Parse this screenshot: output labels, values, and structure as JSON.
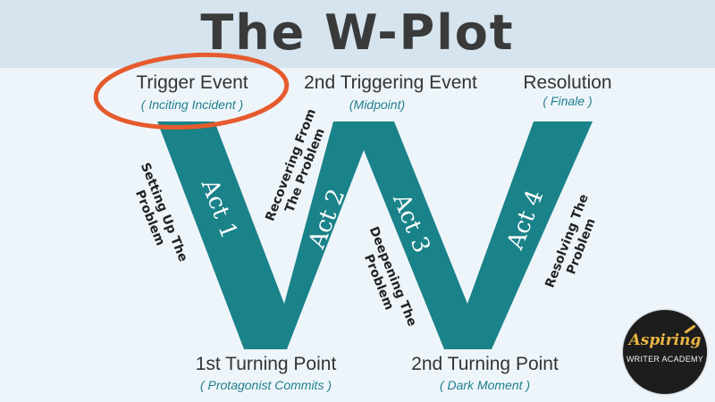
{
  "title": "The W-Plot",
  "points": {
    "trigger": {
      "label": "Trigger Event",
      "sub": "( Inciting Incident )"
    },
    "second_trigger": {
      "label": "2nd Triggering Event",
      "sub": "(Midpoint)"
    },
    "resolution": {
      "label": "Resolution",
      "sub": "( Finale )"
    },
    "first_turning": {
      "label": "1st Turning Point",
      "sub": "( Protagonist Commits )"
    },
    "second_turning": {
      "label": "2nd Turning Point",
      "sub": "( Dark Moment )"
    }
  },
  "acts": [
    "Act 1",
    "Act 2",
    "Act 3",
    "Act 4"
  ],
  "phases": [
    "Setting Up The\nProblem",
    "Recovering From\nThe Problem",
    "Deepening The\nProblem",
    "Resolving The\nProblem"
  ],
  "logo": {
    "line1": "Aspiring",
    "line2": "WRITER ACADEMY"
  },
  "colors": {
    "w_fill": "#1a8289",
    "highlight_circle": "#e55b2d",
    "title_band": "#d5e4ee",
    "background": "#eef5fa"
  }
}
